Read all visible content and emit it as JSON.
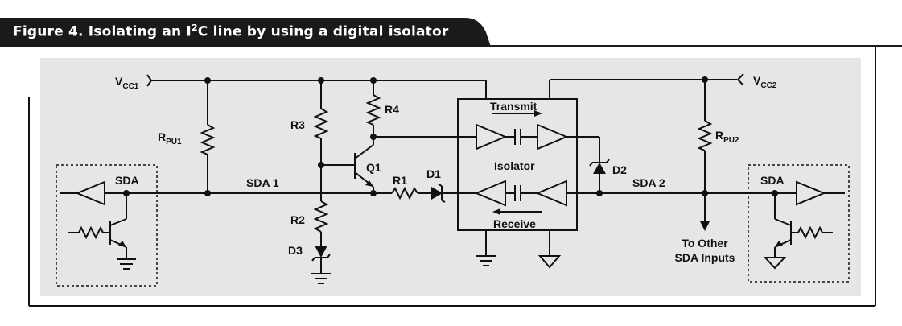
{
  "figure": {
    "title_prefix": "Figure 4. Isolating an I",
    "title_sup": "2",
    "title_suffix": "C line by using a digital isolator"
  },
  "colors": {
    "header_bg": "#1a1a1a",
    "panel_bg": "#e6e6e6",
    "wire": "#111111"
  },
  "labels": {
    "vcc1_main": "V",
    "vcc1_sub": "CC1",
    "vcc2_main": "V",
    "vcc2_sub": "CC2",
    "rpu1_main": "R",
    "rpu1_sub": "PU1",
    "rpu2_main": "R",
    "rpu2_sub": "PU2",
    "r1": "R1",
    "r2": "R2",
    "r3": "R3",
    "r4": "R4",
    "q1": "Q1",
    "d1": "D1",
    "d2": "D2",
    "d3": "D3",
    "sda_left": "SDA",
    "sda_right": "SDA",
    "sda1": "SDA 1",
    "sda2": "SDA 2",
    "transmit": "Transmit",
    "receive": "Receive",
    "isolator": "Isolator",
    "to_other_1": "To Other",
    "to_other_2": "SDA Inputs"
  }
}
